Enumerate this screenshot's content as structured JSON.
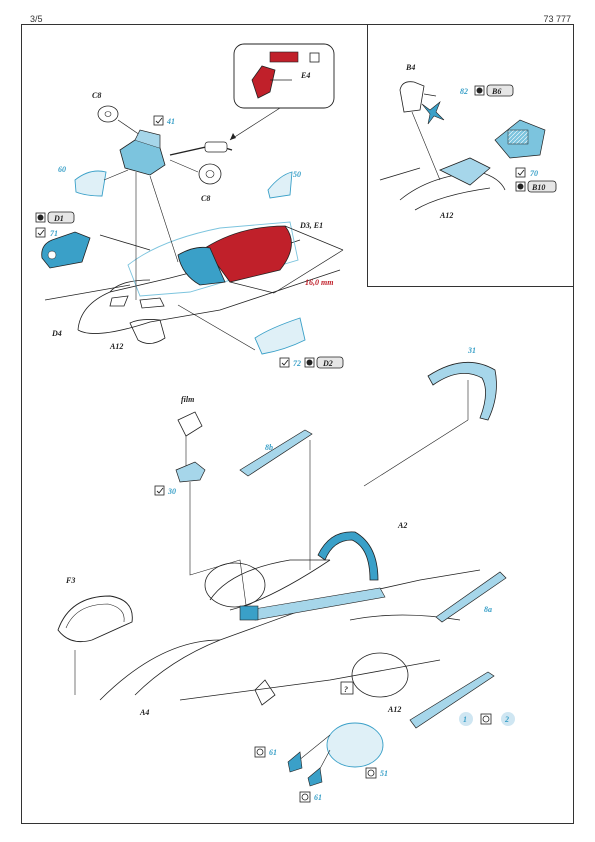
{
  "header": {
    "page": "3/5",
    "code": "73 777"
  },
  "callouts": {
    "c8_top": "C8",
    "c8_lower": "C8",
    "e4": "E4",
    "p41": "41",
    "p60": "60",
    "p50": "50",
    "d3e1": "D3, E1",
    "dim": "16,0 mm",
    "d1": "D1",
    "p71": "71",
    "d4": "D4",
    "a12_left": "A12",
    "p72": "72",
    "d2": "D2",
    "b4": "B4",
    "p82": "82",
    "b6": "B6",
    "p70": "70",
    "b10": "B10",
    "a12_inset": "A12",
    "p31": "31",
    "film": "film",
    "p8b": "8b",
    "p30": "30",
    "a2": "A2",
    "f3": "F3",
    "p8a": "8a",
    "a4": "A4",
    "q": "?",
    "a12_bottom": "A12",
    "n1": "1",
    "n2": "2",
    "p61a": "61",
    "p51": "51",
    "p61b": "61"
  },
  "colors": {
    "cyan": "#3aa0c8",
    "red": "#c0202a",
    "ink": "#222222"
  },
  "icons": [
    "check-icon",
    "cement-icon",
    "paint-icon",
    "question-icon"
  ]
}
